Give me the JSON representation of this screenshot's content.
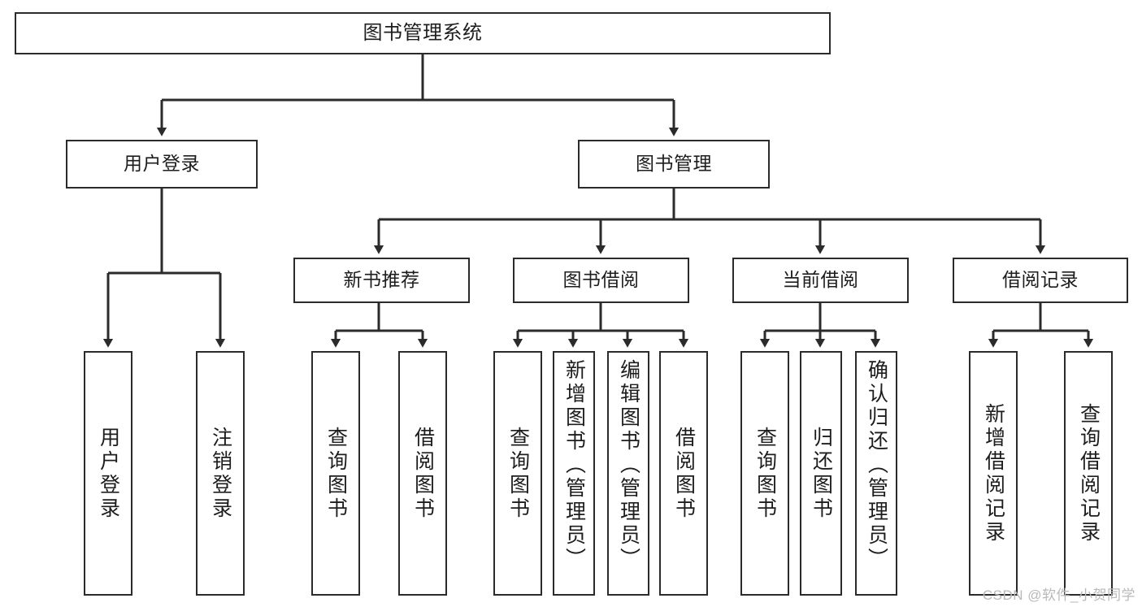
{
  "diagram": {
    "title": "图书管理系统",
    "type": "hierarchy-tree",
    "root": {
      "label": "图书管理系统"
    },
    "level2": [
      {
        "label": "用户登录"
      },
      {
        "label": "图书管理"
      }
    ],
    "level3": [
      {
        "label": "新书推荐"
      },
      {
        "label": "图书借阅"
      },
      {
        "label": "当前借阅"
      },
      {
        "label": "借阅记录"
      }
    ],
    "leaves": [
      {
        "label": "用户登录",
        "parent": "用户登录"
      },
      {
        "label": "注销登录",
        "parent": "用户登录"
      },
      {
        "label": "查询图书",
        "parent": "新书推荐"
      },
      {
        "label": "借阅图书",
        "parent": "新书推荐"
      },
      {
        "label": "查询图书",
        "parent": "图书借阅"
      },
      {
        "label": "新增图书（管理员）",
        "parent": "图书借阅"
      },
      {
        "label": "编辑图书（管理员）",
        "parent": "图书借阅"
      },
      {
        "label": "借阅图书",
        "parent": "图书借阅"
      },
      {
        "label": "查询图书",
        "parent": "当前借阅"
      },
      {
        "label": "归还图书",
        "parent": "当前借阅"
      },
      {
        "label": "确认归还（管理员）",
        "parent": "当前借阅"
      },
      {
        "label": "新增借阅记录",
        "parent": "借阅记录"
      },
      {
        "label": "查询借阅记录",
        "parent": "借阅记录"
      }
    ]
  },
  "watermark": {
    "text": "CSDN @软件_小贺同学"
  },
  "colors": {
    "stroke": "#2b2b2b",
    "fill": "#ffffff",
    "text": "#1d1d1d",
    "watermark": "#b9b9b9"
  }
}
